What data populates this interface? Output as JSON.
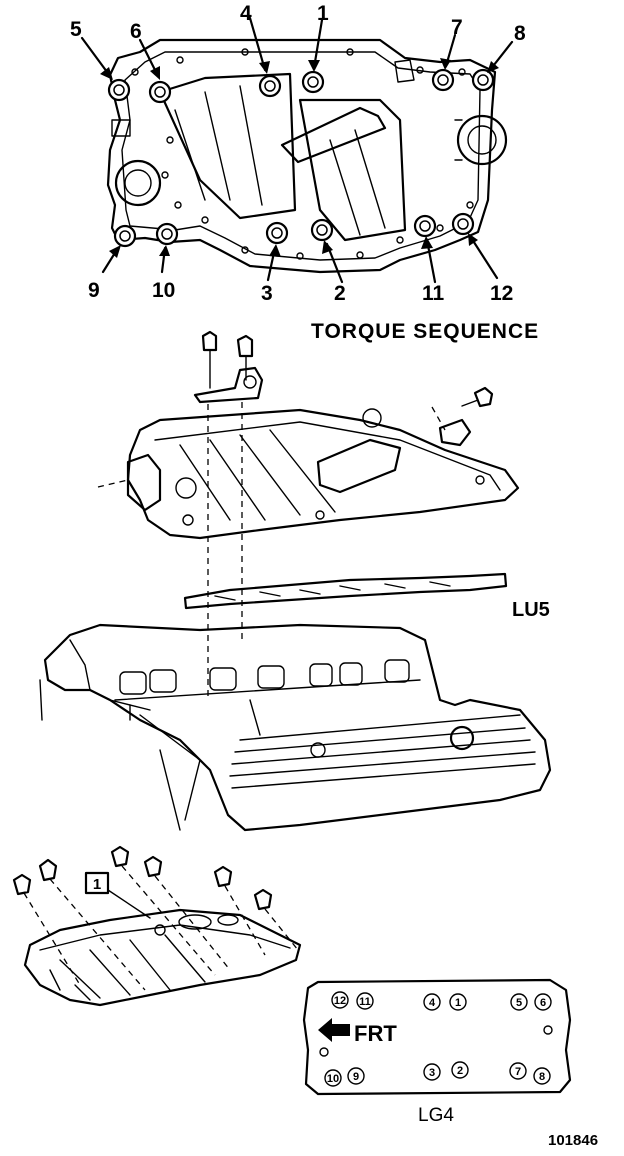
{
  "top_view": {
    "title": "TORQUE SEQUENCE",
    "callouts": [
      "1",
      "2",
      "3",
      "4",
      "5",
      "6",
      "7",
      "8",
      "9",
      "10",
      "11",
      "12"
    ]
  },
  "exploded_view": {
    "engine_label": "LU5",
    "part_callout": "1"
  },
  "lg4_plate": {
    "engine_label": "LG4",
    "direction_label": "FRT",
    "bolt_numbers": [
      "12",
      "11",
      "4",
      "1",
      "5",
      "6",
      "10",
      "9",
      "3",
      "2",
      "7",
      "8"
    ]
  },
  "figure_number": "101846"
}
